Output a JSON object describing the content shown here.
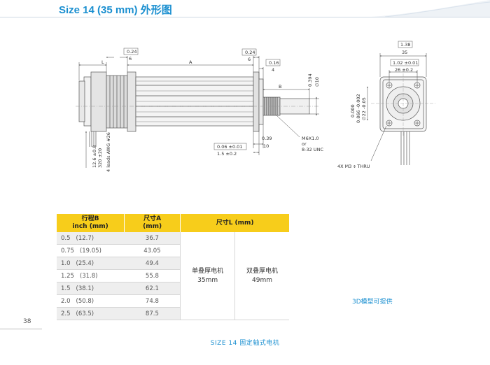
{
  "header": {
    "title": "Size 14 (35 mm) 外形图",
    "accent_color": "#1a8fd0"
  },
  "drawing": {
    "dims": {
      "top_left_bracket": "0.24",
      "top_left_value": "6",
      "L": "L",
      "A": "A",
      "top_right_bracket": "0.24",
      "top_right_value": "6",
      "right_bracket": "0.16",
      "right_value": "4",
      "B": "B",
      "shaft_dia_bracket": "0.394",
      "shaft_dia_value": "∅10",
      "pilot_bracket_a": "0.000",
      "pilot_bracket_b": "0.866 -0.002",
      "pilot_value": "∅22 -0.05",
      "thread": "M6X1.0",
      "thread_or": "or",
      "thread_alt": "8-32 UNC",
      "flange_bracket": "0.39",
      "flange_value": "10",
      "bottom_bracket": "0.06 ±0.01",
      "bottom_value": "1.5 ±0.2",
      "lead_1": "12.6 ±0.8",
      "lead_2": "320 ±20",
      "lead_3": "4 leads AWG #26",
      "square_bracket": "1.38",
      "square_value": "35",
      "hole_bracket": "1.02 ±0.01",
      "hole_value": "26 ±0.2",
      "mount_holes": "4X M3 ⌽ THRU"
    }
  },
  "table": {
    "headers": {
      "stroke": "行程B",
      "stroke_unit": "inch (mm)",
      "dim_a": "尺寸A",
      "dim_a_unit": "(mm)",
      "dim_l": "尺寸L (mm)"
    },
    "rows": [
      {
        "inch": "0.5",
        "mm": "(12.7)",
        "a": "36.7"
      },
      {
        "inch": "0.75",
        "mm": "(19.05)",
        "a": "43.05"
      },
      {
        "inch": "1.0",
        "mm": "(25.4)",
        "a": "49.4"
      },
      {
        "inch": "1.25",
        "mm": "(31.8)",
        "a": "55.8"
      },
      {
        "inch": "1.5",
        "mm": "(38.1)",
        "a": "62.1"
      },
      {
        "inch": "2.0",
        "mm": "(50.8)",
        "a": "74.8"
      },
      {
        "inch": "2.5",
        "mm": "(63.5)",
        "a": "87.5"
      }
    ],
    "single": {
      "label": "单叠厚电机",
      "value": "35mm"
    },
    "double": {
      "label": "双叠厚电机",
      "value": "49mm"
    },
    "header_color": "#f7cd1b"
  },
  "model_caption": "3D模型可提供",
  "page_number": "38",
  "footer": "SIZE 14 固定轴式电机"
}
